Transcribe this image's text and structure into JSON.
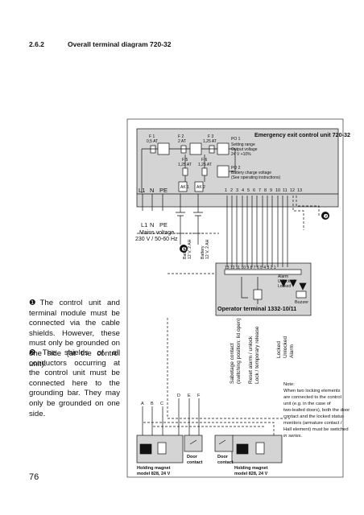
{
  "header": {
    "section_number": "2.6.2",
    "title": "Overall terminal diagram 720-32"
  },
  "sidebar_notes": [
    {
      "marker": "❶",
      "text": "The control unit and terminal module must be connected via the cable shields. However, these must only be grounded on one side (at the control unit)."
    },
    {
      "marker": "❷",
      "text": "The shields of all conductors occurring at the control unit must be connected here to the grounding bar. They may only be grounded on one side."
    }
  ],
  "page_number": "76",
  "diagram": {
    "control_unit_title": "Emergency exit control unit 720-32",
    "fuses": {
      "f1": [
        "F 1",
        "0,5 AT"
      ],
      "f2": [
        "F 2",
        "2 AT"
      ],
      "f3": [
        "F 3",
        "1,25 AT"
      ],
      "f5": [
        "F 5",
        "1,25 AT"
      ],
      "f6": [
        "F 6",
        "1,25 AT"
      ]
    },
    "po1": [
      "PO 1",
      "Setting range",
      "Output voltage",
      "24 V +10%"
    ],
    "po2": [
      "PO 2",
      "Battery charge voltage",
      "(See operating instructions)"
    ],
    "ak": [
      "AK 1",
      "AK 2"
    ],
    "mains_terminals": [
      "L1",
      "N",
      "PE"
    ],
    "mains_caption": [
      "L1",
      "N",
      "PE",
      "Mains voltage",
      "230 V / 50-60 Hz"
    ],
    "top_terminals": [
      "1",
      "2",
      "3",
      "4",
      "5",
      "6",
      "7",
      "8",
      "9",
      "10",
      "11",
      "12",
      "13"
    ],
    "battery_labels": [
      "Battery",
      "12 V, 2 AH",
      "Battery",
      "12 V, 2 AH"
    ],
    "marker_1": "❶",
    "marker_2": "❷",
    "operator_terminal_title": "Operator terminal 1332-10/11",
    "operator_terminal_numbers": "13 12 11 10 9 8 7 6 5 4 3 2 1",
    "operator_labels": [
      "Alarm",
      "Unlocked",
      "Locked",
      "Buzzer"
    ],
    "vertical_labels": [
      "Sabotage contact",
      "(switching position: lid open)",
      "Reset alarm / unlock",
      "Lock / temporary release",
      "Locked",
      "Unlocked",
      "Alarm"
    ],
    "abc": [
      "A",
      "B",
      "C"
    ],
    "def": [
      "D",
      "E",
      "F"
    ],
    "holding_magnet": [
      "Holding magnet",
      "model 828, 24 V"
    ],
    "door_contact": [
      "Door",
      "contact"
    ],
    "note": [
      "Note:",
      "When two locking elements",
      "are connected to the control",
      "unit (e.g. in the case of",
      "two-leafed doors), both the door",
      "contact and the locked status",
      "monitors (armature contact /",
      "Hall element) must be switched",
      "in series."
    ]
  },
  "colors": {
    "housing_fill": "#d4d4d4",
    "line": "#111111"
  }
}
